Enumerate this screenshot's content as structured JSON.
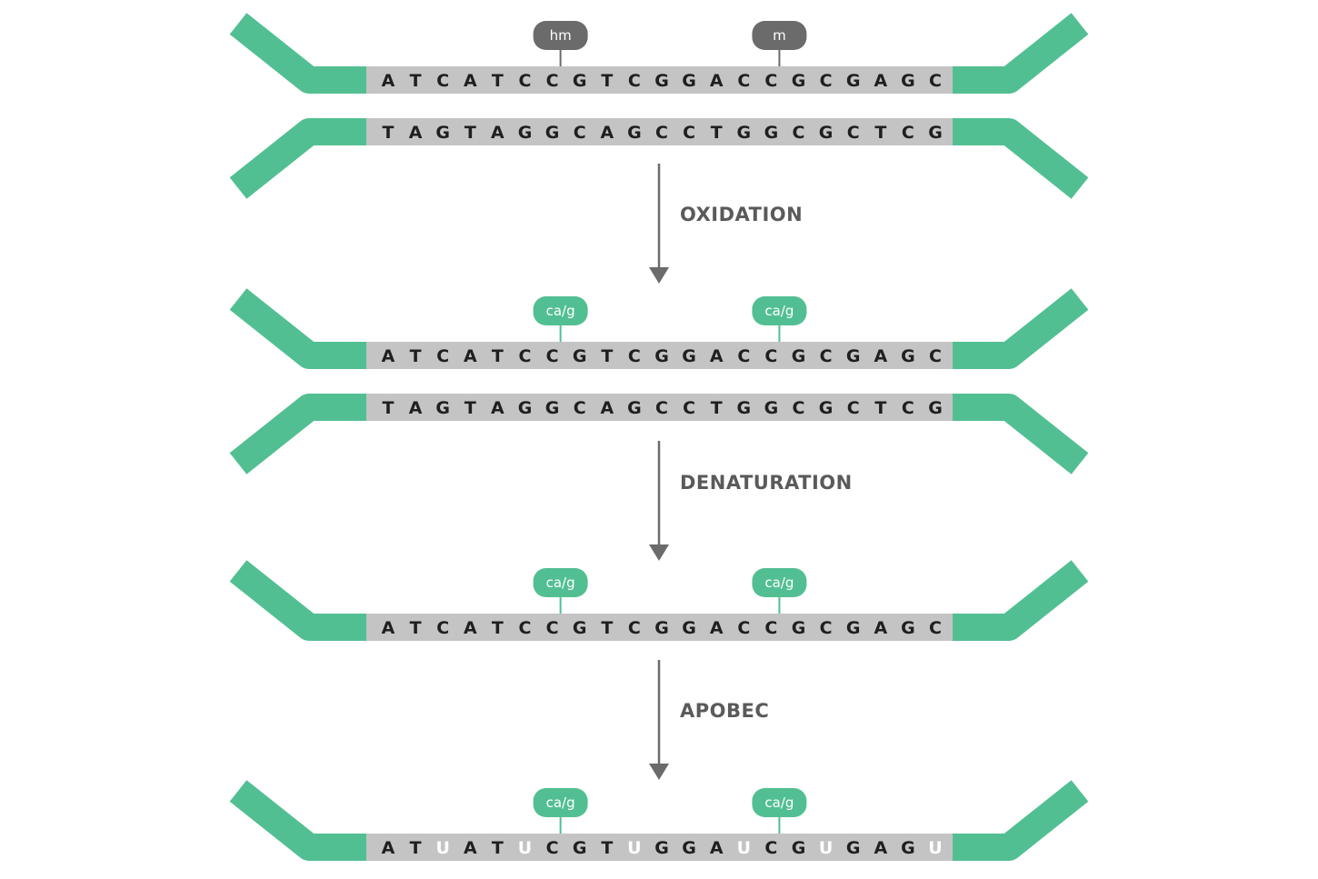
{
  "colors": {
    "strand_arm": "#52bf92",
    "sequence_bar": "#c4c4c4",
    "base_text": "#1f1f1f",
    "converted_base_text": "#ffffff",
    "tag_dark": "#6b6b6b",
    "tag_green": "#52bf92",
    "arrow": "#6b6b6b",
    "step_label": "#5a5a5a"
  },
  "sequences": {
    "top": [
      "A",
      "T",
      "C",
      "A",
      "T",
      "C",
      "C",
      "G",
      "T",
      "C",
      "G",
      "G",
      "A",
      "C",
      "C",
      "G",
      "C",
      "G",
      "A",
      "G",
      "C"
    ],
    "bottom": [
      "T",
      "A",
      "G",
      "T",
      "A",
      "G",
      "G",
      "C",
      "A",
      "G",
      "C",
      "C",
      "T",
      "G",
      "G",
      "C",
      "G",
      "C",
      "T",
      "C",
      "G"
    ],
    "converted": [
      "A",
      "T",
      "U",
      "A",
      "T",
      "U",
      "C",
      "G",
      "T",
      "U",
      "G",
      "G",
      "A",
      "U",
      "C",
      "G",
      "U",
      "G",
      "A",
      "G",
      "U"
    ]
  },
  "tags": {
    "initial": [
      "hm",
      "m"
    ],
    "oxidized": [
      "ca/g",
      "ca/g"
    ]
  },
  "steps": {
    "oxidation": "OXIDATION",
    "denaturation": "DENATURATION",
    "apobec": "APOBEC"
  }
}
